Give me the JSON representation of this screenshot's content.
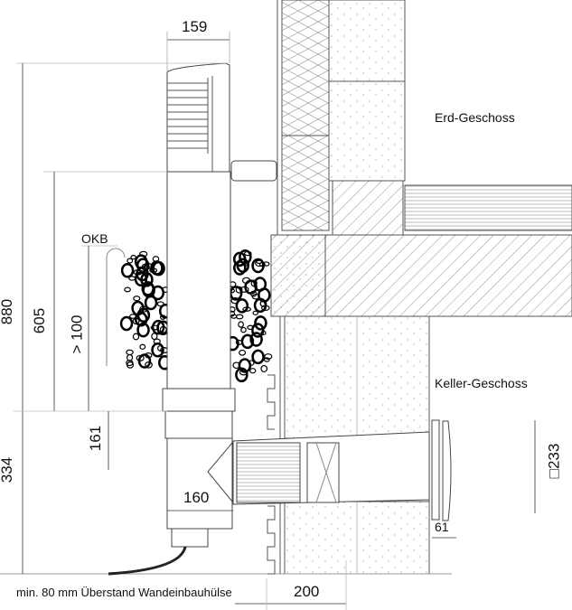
{
  "labels": {
    "floor_upper": "Erd-Geschoss",
    "floor_lower": "Keller-Geschoss",
    "okb": "OKB",
    "note": "min. 80 mm Überstand Wandeinbauhülse"
  },
  "dimensions": {
    "width_top": "159",
    "height_total": "880",
    "height_605": "605",
    "height_min": "> 100",
    "height_161": "161",
    "height_334": "334",
    "width_160": "160",
    "grille_size": "233",
    "grille_symbol": "□",
    "grille_depth": "61",
    "wall_200": "200"
  }
}
